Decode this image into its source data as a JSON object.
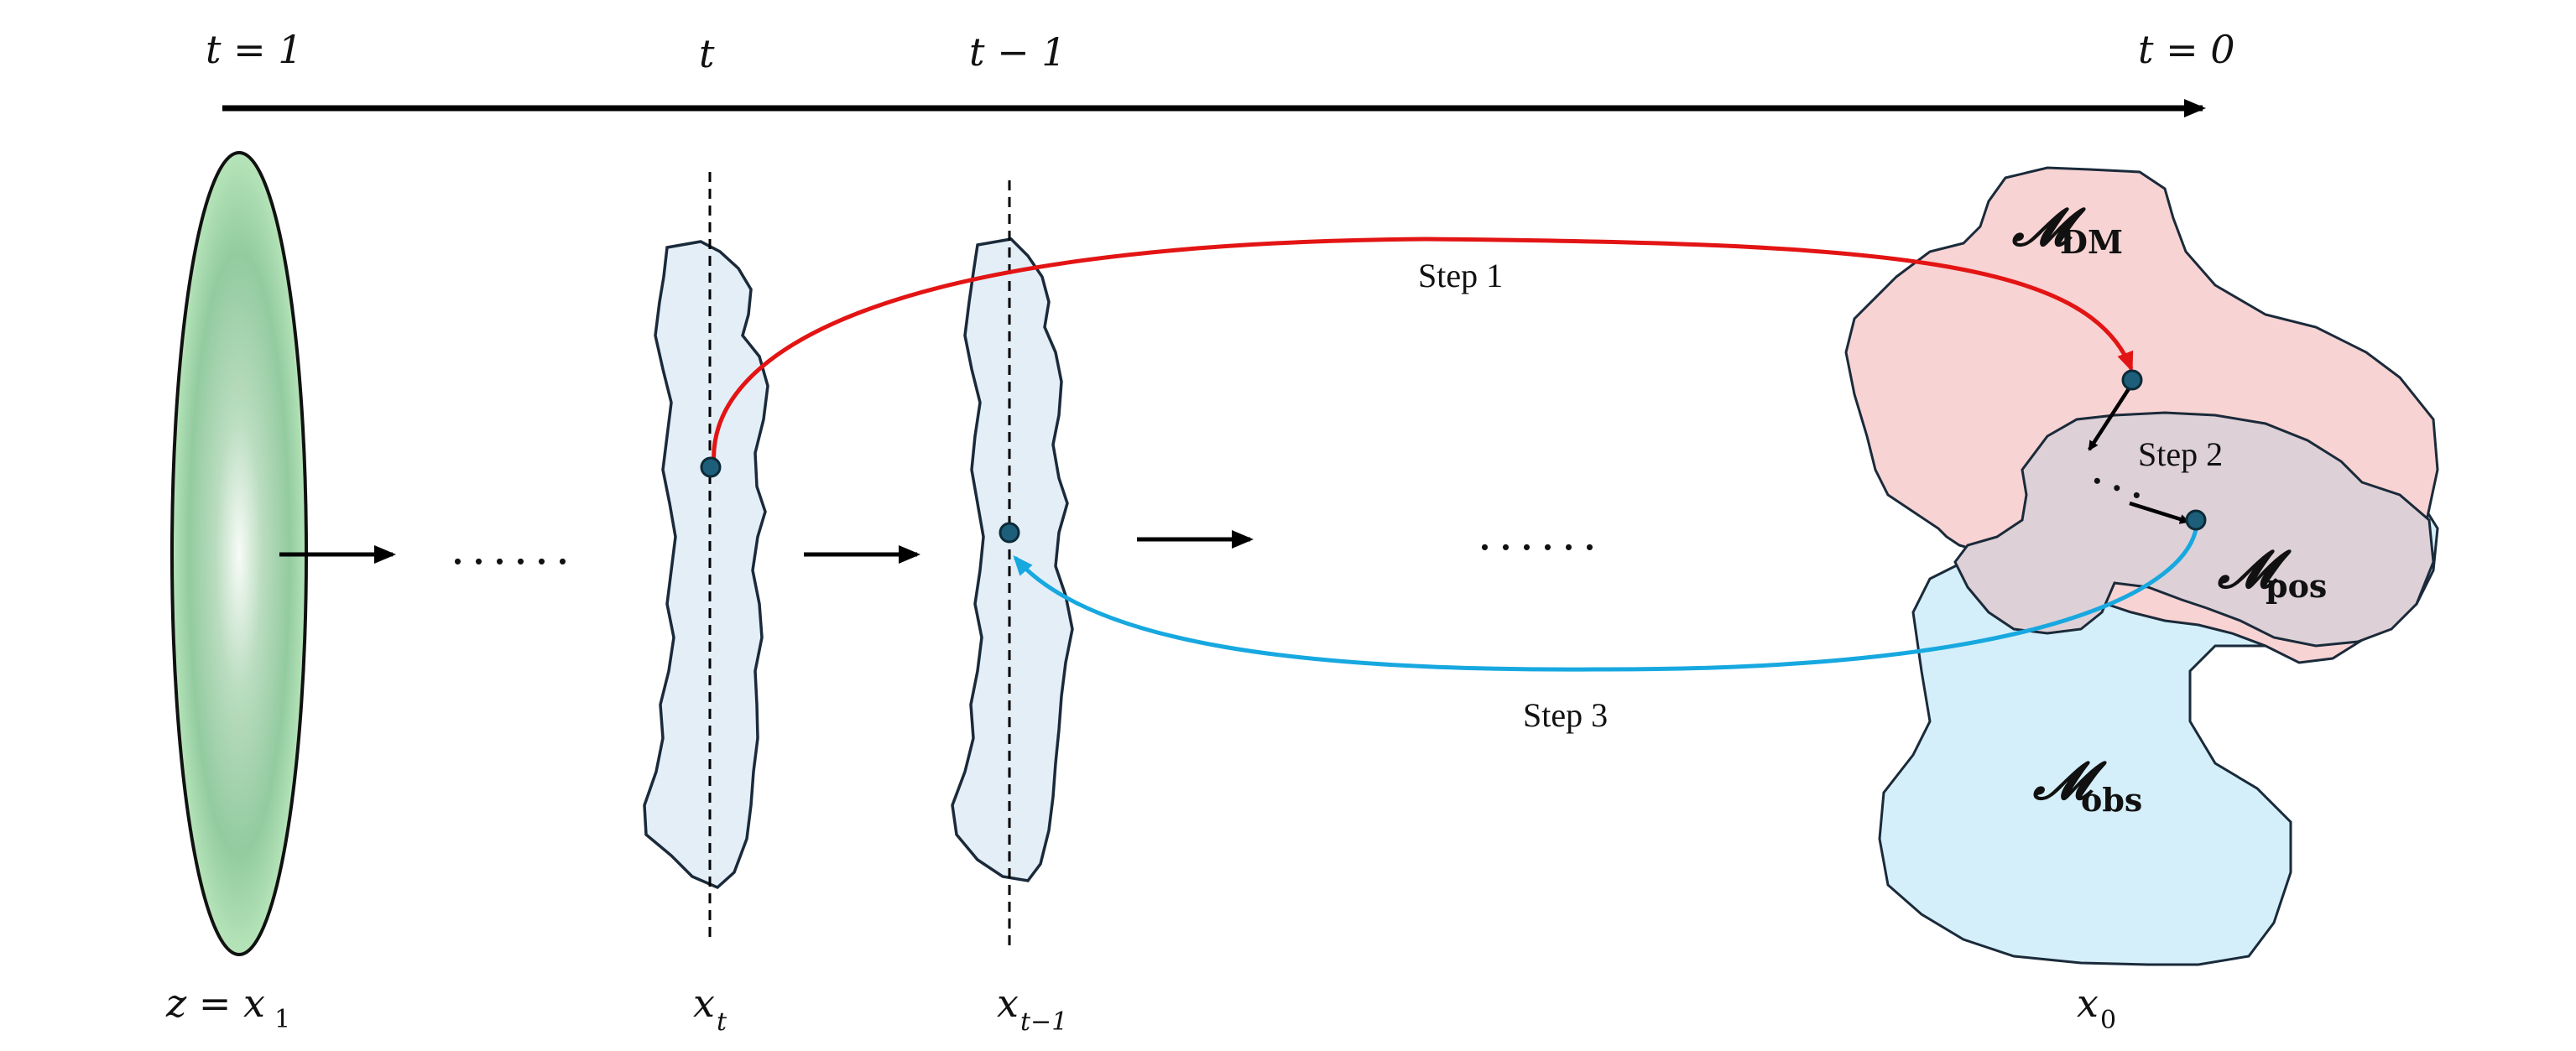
{
  "timeline": {
    "t1": "t = 1",
    "t": "t",
    "tm1": "t − 1",
    "t0": "t = 0"
  },
  "bottom_labels": {
    "z_x1": "z = x",
    "z_x1_sub": "1",
    "xt": "x",
    "xt_sub": "t",
    "xtm1": "x",
    "xtm1_sub": "t−1",
    "x0": "x",
    "x0_sub": "0"
  },
  "ellipsis": {
    "left": "......",
    "middle": "......",
    "step2": "..."
  },
  "steps": {
    "step1": "Step 1",
    "step2": "Step 2",
    "step3": "Step 3"
  },
  "manifolds": {
    "dm": {
      "symbol": "𝓜",
      "sub": "DM"
    },
    "pos": {
      "symbol": "𝓜",
      "sub": "pos"
    },
    "obs": {
      "symbol": "𝓜",
      "sub": "obs"
    }
  },
  "colors": {
    "step1_arrow": "#e31414",
    "step3_arrow": "#17a8e0",
    "dm_region": "#f8d3d3",
    "obs_region": "#d4eff9",
    "pos_region": "#ddd0d6",
    "slab_fill": "#e3eef7",
    "gaussian_edge": "#b6e4b9",
    "gaussian_mid": "#8ec79a",
    "node_fill": "#1d5f7a"
  }
}
